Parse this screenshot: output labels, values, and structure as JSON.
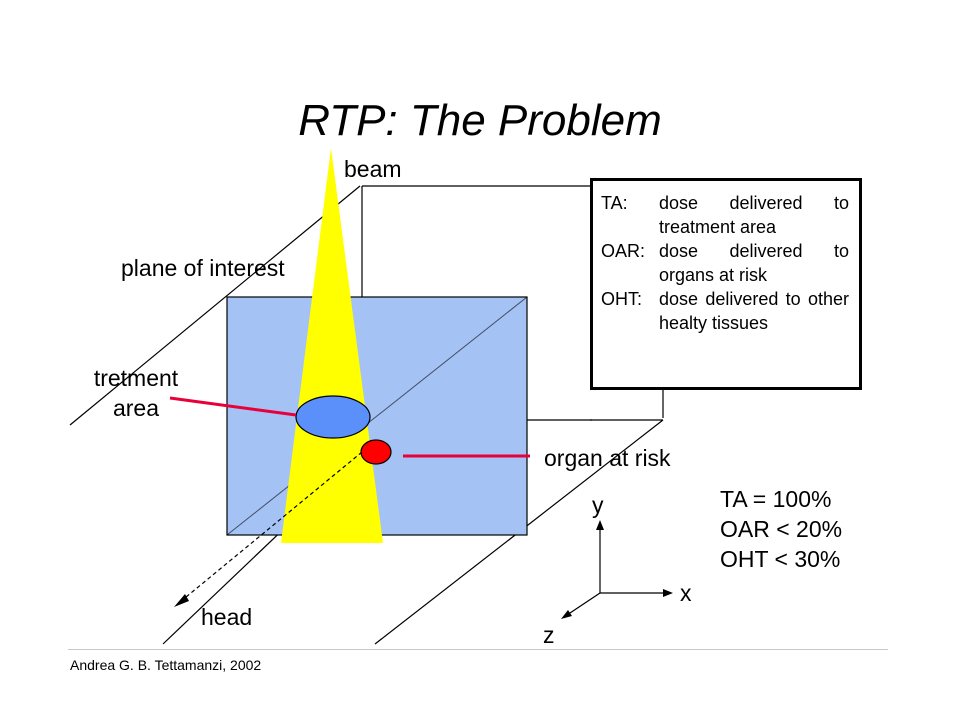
{
  "title": "RTP: The Problem",
  "labels": {
    "beam": "beam",
    "plane_of_interest": "plane of interest",
    "treatment_area_line1": "tretment",
    "treatment_area_line2": "area",
    "organ_at_risk": "organ at risk",
    "head": "head",
    "axis_y": "y",
    "axis_x": "x",
    "axis_z": "z"
  },
  "legend": [
    {
      "key": "TA:",
      "desc": "dose delivered to treatment area"
    },
    {
      "key": "OAR:",
      "desc": "dose delivered to organs at risk"
    },
    {
      "key": "OHT:",
      "desc": "dose delivered to other healty tissues"
    }
  ],
  "constraints": [
    "TA = 100%",
    "OAR < 20%",
    "OHT < 30%"
  ],
  "footer": "Andrea G. B. Tettamanzi, 2002",
  "colors": {
    "plane_fill": "#a4c2f4",
    "beam_fill": "#ffff00",
    "treatment_area_fill": "#5b8ff9",
    "organ_fill": "#ff0000",
    "pointer_line": "#e8003a"
  }
}
